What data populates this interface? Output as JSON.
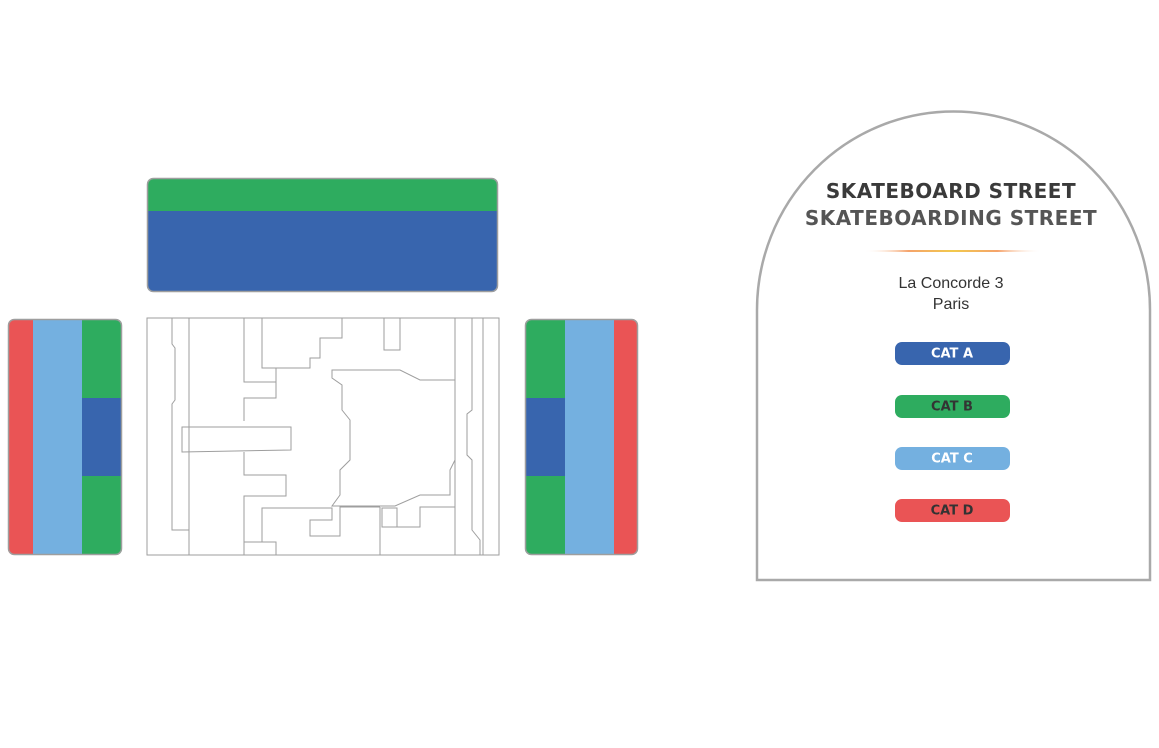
{
  "legend": {
    "title_line1": "SKATEBOARD STREET",
    "title_line2": "SKATEBOARDING STREET",
    "venue_line1": "La Concorde 3",
    "venue_line2": "Paris",
    "categories": [
      {
        "label": "CAT A",
        "color": "#3865ae",
        "text_color": "#ffffff"
      },
      {
        "label": "CAT B",
        "color": "#2eac5f",
        "text_color": "#333333"
      },
      {
        "label": "CAT C",
        "color": "#74b0e0",
        "text_color": "#ffffff"
      },
      {
        "label": "CAT D",
        "color": "#ea5455",
        "text_color": "#333333"
      }
    ]
  },
  "colors": {
    "cat_a": "#3865ae",
    "cat_b": "#2eac5f",
    "cat_c": "#74b0e0",
    "cat_d": "#ea5455",
    "outline": "#9e9e9e",
    "title_line1": "#3a3a3a",
    "title_line2": "#555555"
  }
}
